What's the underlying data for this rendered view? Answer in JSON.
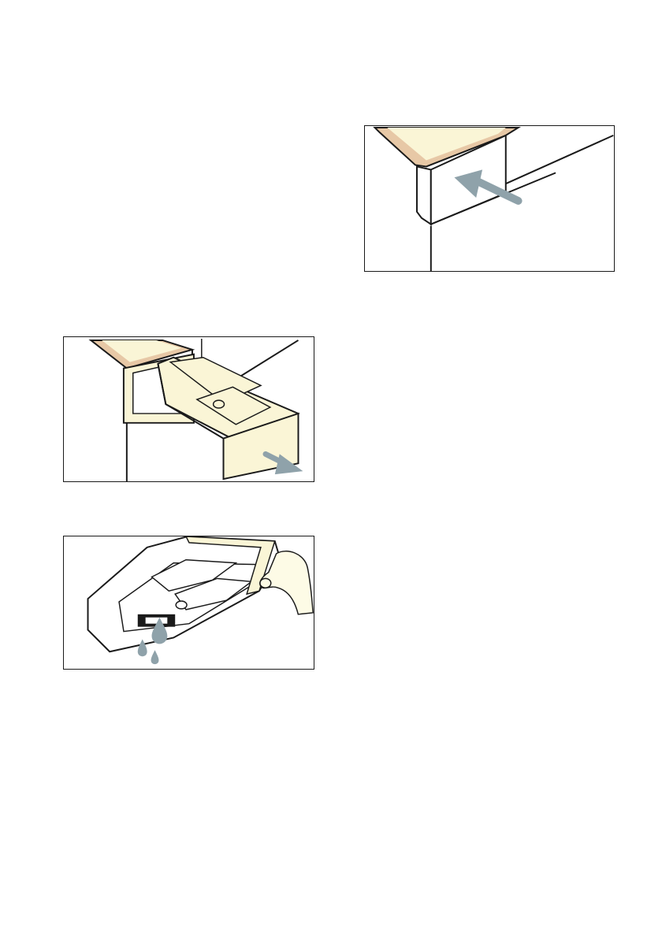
{
  "colors": {
    "outline": "#1a1a1a",
    "drawer_cream": "#faf5d6",
    "lid_beige": "#e7c8a6",
    "arrow_grey": "#8fa2aa",
    "water_drop": "#8fa2aa",
    "hand_skin": "#fdfbe6"
  },
  "figures": [
    {
      "id": "drawer-pull-out",
      "arrow_direction": "out-right"
    },
    {
      "id": "drawer-drain-water",
      "icon": "water-drops"
    },
    {
      "id": "drawer-push-in",
      "arrow_direction": "in-left"
    }
  ]
}
